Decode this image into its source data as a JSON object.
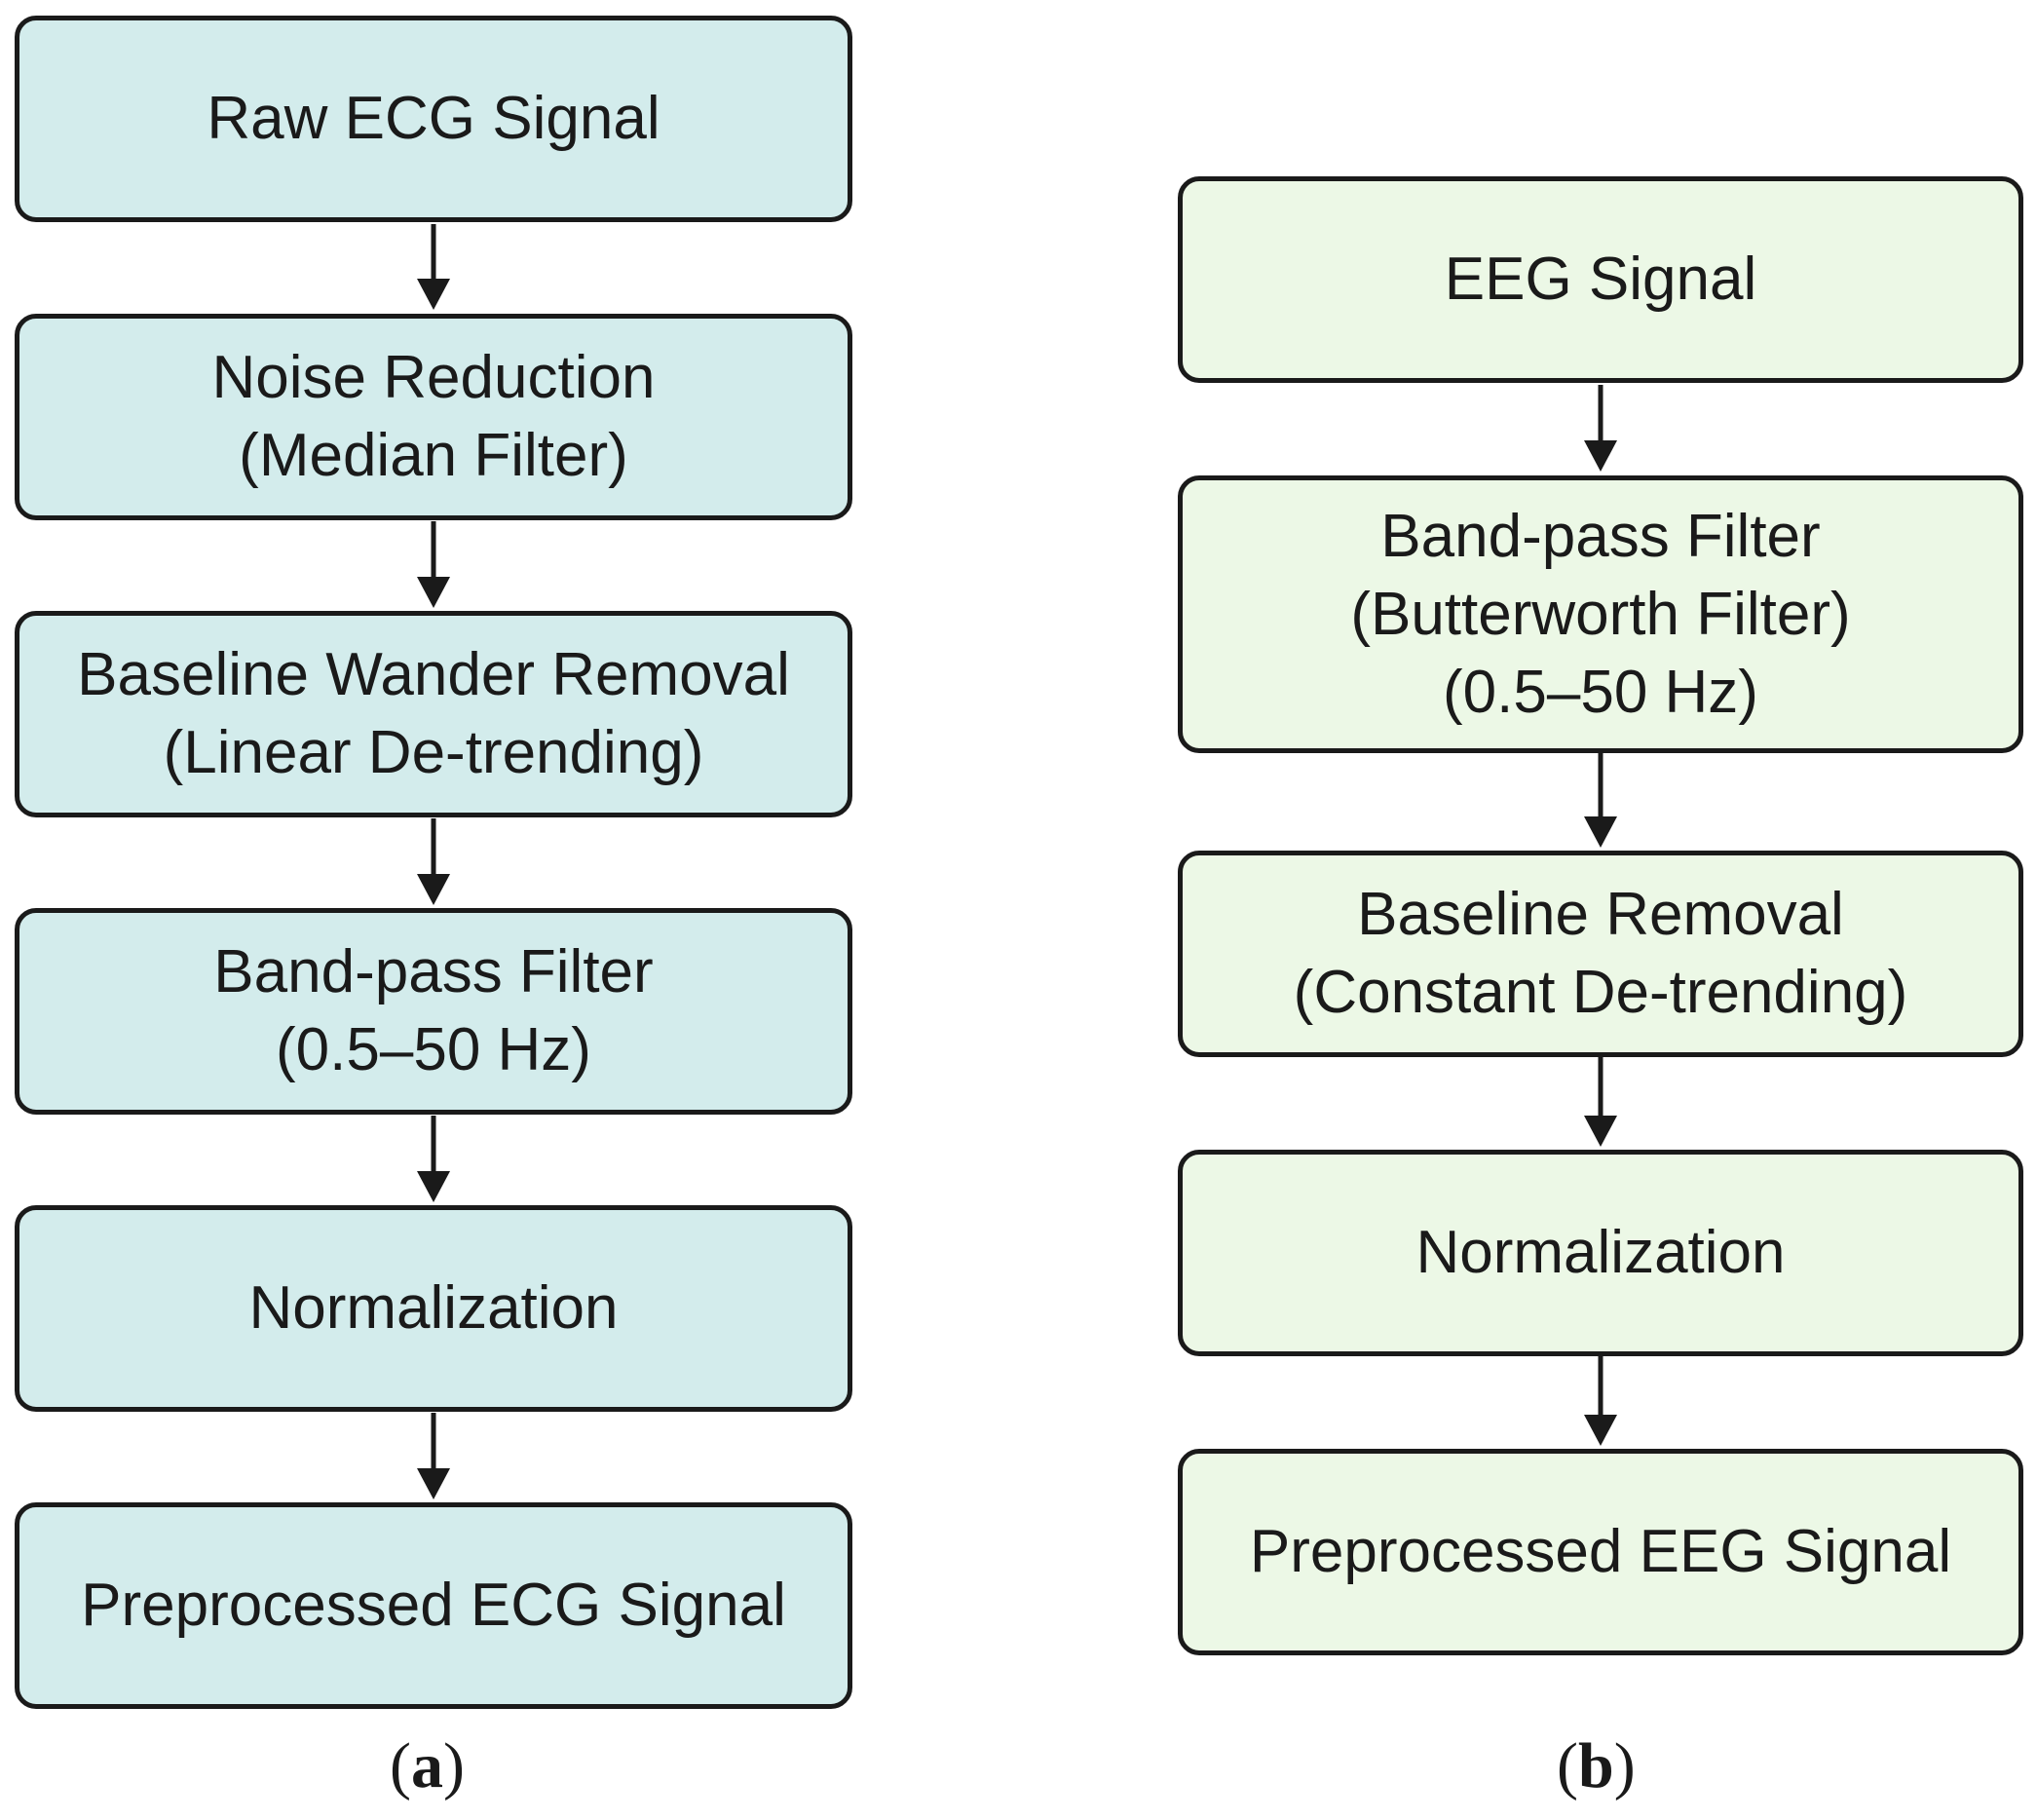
{
  "panel_a": {
    "caption_letter": "a",
    "steps": [
      {
        "lines": [
          "Raw ECG Signal"
        ]
      },
      {
        "lines": [
          "Noise Reduction",
          "(Median Filter)"
        ]
      },
      {
        "lines": [
          "Baseline Wander Removal",
          "(Linear De-trending)"
        ]
      },
      {
        "lines": [
          "Band-pass Filter",
          "(0.5–50 Hz)"
        ]
      },
      {
        "lines": [
          "Normalization"
        ]
      },
      {
        "lines": [
          "Preprocessed ECG Signal"
        ]
      }
    ],
    "fill_color": "#d3ecec"
  },
  "panel_b": {
    "caption_letter": "b",
    "steps": [
      {
        "lines": [
          "EEG Signal"
        ]
      },
      {
        "lines": [
          "Band-pass Filter",
          "(Butterworth Filter)",
          "(0.5–50 Hz)"
        ]
      },
      {
        "lines": [
          "Baseline Removal",
          "(Constant De-trending)"
        ]
      },
      {
        "lines": [
          "Normalization"
        ]
      },
      {
        "lines": [
          "Preprocessed EEG Signal"
        ]
      }
    ],
    "fill_color": "#ecf8e6"
  },
  "edges": [
    {
      "from": "a0",
      "to": "a1"
    },
    {
      "from": "a1",
      "to": "a2"
    },
    {
      "from": "a2",
      "to": "a3"
    },
    {
      "from": "a3",
      "to": "a4"
    },
    {
      "from": "a4",
      "to": "a5"
    },
    {
      "from": "b0",
      "to": "b1"
    },
    {
      "from": "b1",
      "to": "b2"
    },
    {
      "from": "b2",
      "to": "b3"
    },
    {
      "from": "b3",
      "to": "b4"
    }
  ],
  "line_color": "#1a1a1a"
}
